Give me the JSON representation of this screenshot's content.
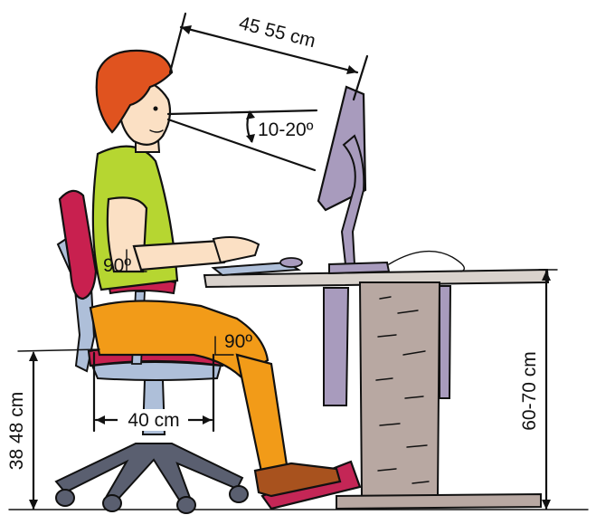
{
  "measurements": {
    "eye_to_screen": "45 55 cm",
    "gaze_angle": "10-20º",
    "elbow_angle": "90º",
    "knee_angle": "90º",
    "seat_depth": "40 cm",
    "seat_height": "38 48 cm",
    "desk_height": "60-70 cm"
  },
  "colors": {
    "hair": "#e0531f",
    "skin": "#fbe0c4",
    "shirt": "#b6d631",
    "pants": "#f29b18",
    "shoes": "#a8521e",
    "chair_blue": "#aebfd9",
    "chair_seat": "#c8204f",
    "chair_dark": "#5a5f70",
    "monitor": "#a89bbd",
    "desk": "#b8a8a2",
    "desk_top": "#d9d2cc",
    "footrest": "#c42656"
  }
}
